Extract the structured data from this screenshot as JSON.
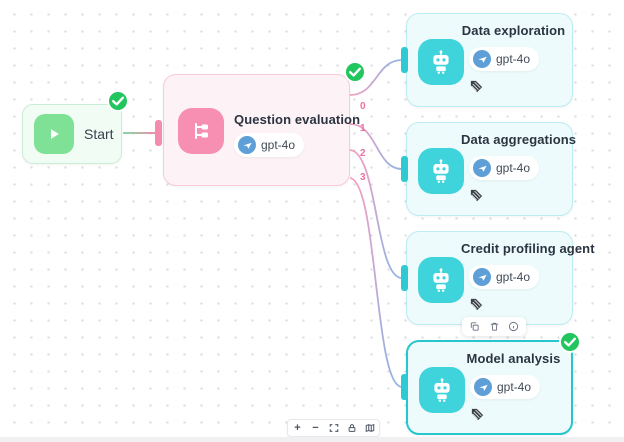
{
  "workflow": {
    "start": {
      "label": "Start",
      "status": "completed"
    },
    "question_evaluation": {
      "title": "Question evaluation",
      "model": "gpt-4o",
      "status": "completed",
      "ports": [
        "0",
        "1",
        "2",
        "3"
      ]
    },
    "agents": [
      {
        "title": "Data exploration",
        "model": "gpt-4o"
      },
      {
        "title": "Data aggregations",
        "model": "gpt-4o"
      },
      {
        "title": "Credit profiling agent",
        "model": "gpt-4o"
      },
      {
        "title": "Model analysis",
        "model": "gpt-4o",
        "status": "completed",
        "selected": true
      }
    ]
  },
  "node_toolbar": {
    "icons": [
      "duplicate-icon",
      "delete-icon",
      "info-icon"
    ]
  },
  "controls": {
    "icons": [
      "zoom-in",
      "zoom-out",
      "fit-view",
      "lock",
      "minimap"
    ]
  },
  "colors": {
    "start_fill": "#f1fcf4",
    "start_accent": "#7ee196",
    "router_fill": "#fdf2f6",
    "router_accent": "#f78fb3",
    "router_port": "#ec6f9f",
    "agent_fill": "#edfbfc",
    "agent_accent": "#3fd4dc",
    "agent_selected_border": "#26c6cd",
    "success_badge": "#22c55e",
    "model_logo": "#5e9fd8",
    "edge_pink": "#f1a0c1",
    "edge_blue": "#8fb4e6",
    "edge_green": "#86dba2"
  }
}
